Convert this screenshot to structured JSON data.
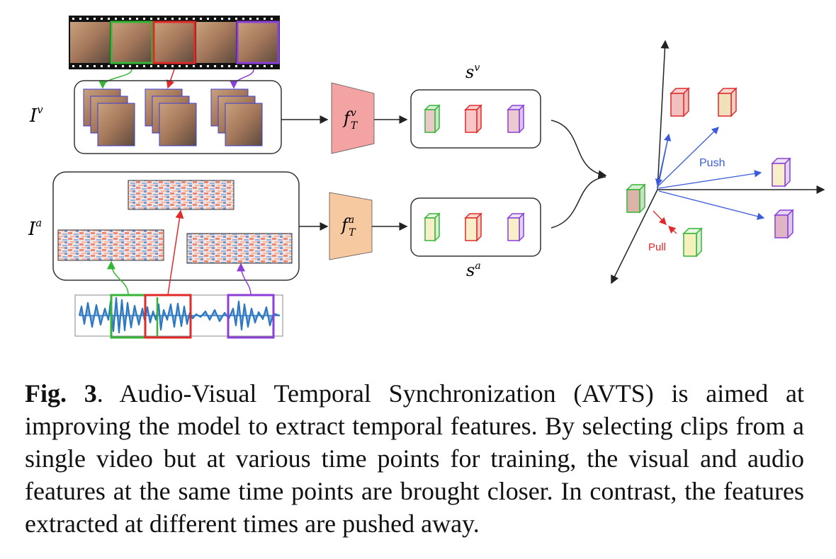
{
  "figure": {
    "visual_input_label": "I",
    "visual_input_sup": "v",
    "audio_input_label": "I",
    "audio_input_sup": "a",
    "visual_encoder_label": "f",
    "visual_encoder_sub": "T",
    "visual_encoder_sup": "v",
    "audio_encoder_label": "f",
    "audio_encoder_sub": "T",
    "audio_encoder_sup": "a",
    "visual_feature_label": "s",
    "visual_feature_sup": "v",
    "audio_feature_label": "s",
    "audio_feature_sup": "a",
    "push_label": "Push",
    "pull_label": "Pull",
    "colors": {
      "green": "#35b535",
      "red": "#e02a2a",
      "purple": "#8a3fd9",
      "blue_arrow": "#3b5bd9",
      "visual_encoder": "#f4a3a3",
      "audio_encoder": "#f7c9a0",
      "waveform": "#2c78c2"
    }
  },
  "caption": {
    "label": "Fig. 3",
    "text": ". Audio-Visual Temporal Synchronization (AVTS) is aimed at improving the model to extract temporal features. By selecting clips from a single video but at various time points for training, the visual and audio features at the same time points are brought closer.  In contrast, the features extracted at different times are pushed away."
  }
}
